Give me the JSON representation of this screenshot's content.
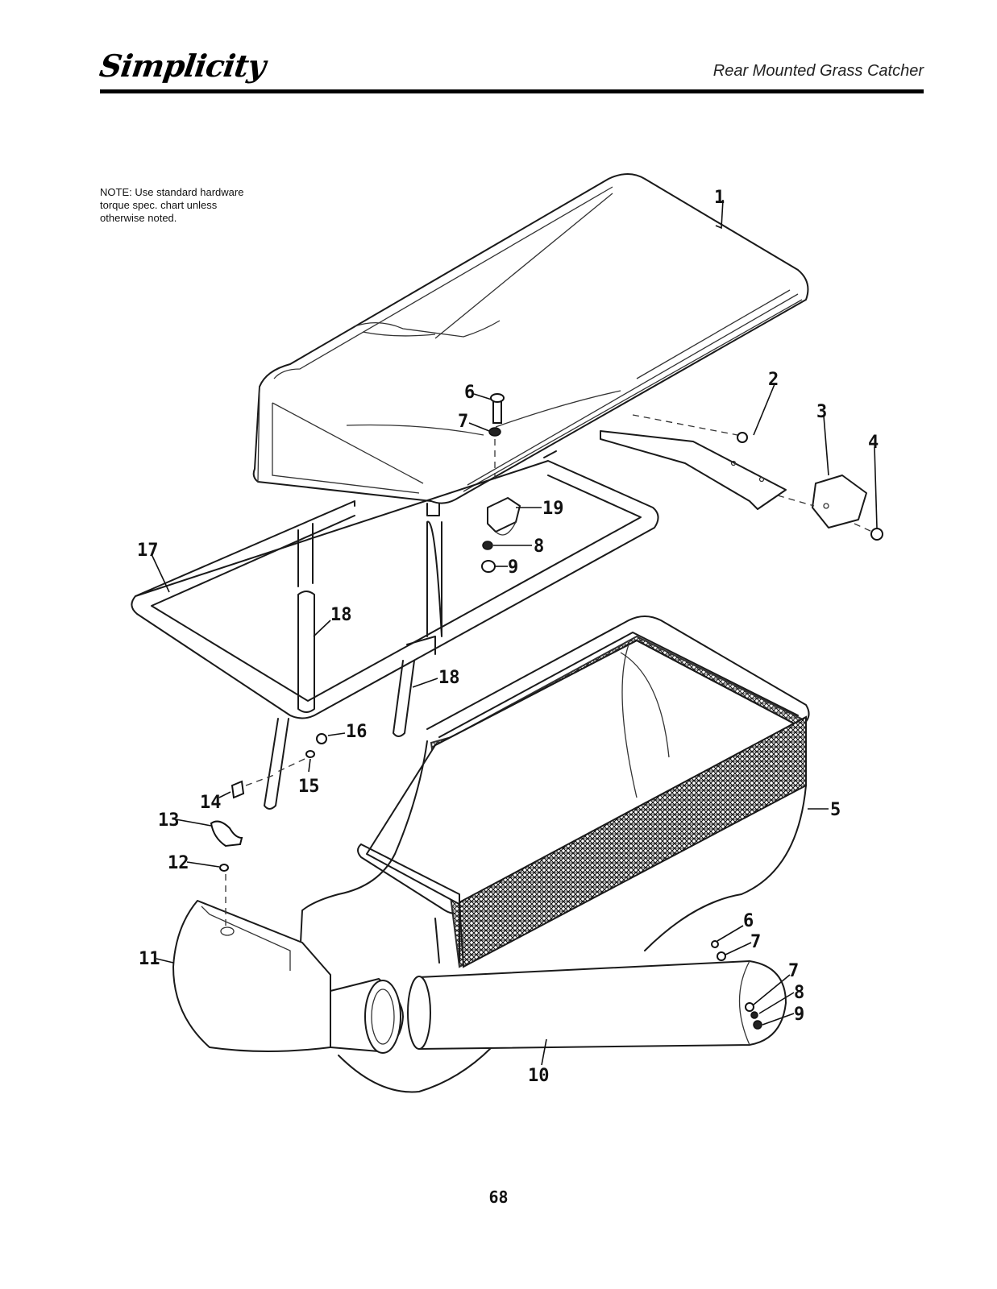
{
  "header": {
    "brand": "Simplicity",
    "title": "Rear Mounted Grass Catcher"
  },
  "note": "NOTE: Use standard hardware\ntorque spec. chart unless\notherwise noted.",
  "page_number": "68",
  "callouts": [
    {
      "id": "c1",
      "label": "1"
    },
    {
      "id": "c2",
      "label": "2"
    },
    {
      "id": "c3",
      "label": "3"
    },
    {
      "id": "c4",
      "label": "4"
    },
    {
      "id": "c5",
      "label": "5"
    },
    {
      "id": "c6a",
      "label": "6"
    },
    {
      "id": "c7a",
      "label": "7"
    },
    {
      "id": "c8a",
      "label": "8"
    },
    {
      "id": "c9a",
      "label": "9"
    },
    {
      "id": "c6b",
      "label": "6"
    },
    {
      "id": "c7b",
      "label": "7"
    },
    {
      "id": "c7c",
      "label": "7"
    },
    {
      "id": "c8b",
      "label": "8"
    },
    {
      "id": "c9b",
      "label": "9"
    },
    {
      "id": "c10",
      "label": "10"
    },
    {
      "id": "c11",
      "label": "11"
    },
    {
      "id": "c12",
      "label": "12"
    },
    {
      "id": "c13",
      "label": "13"
    },
    {
      "id": "c14",
      "label": "14"
    },
    {
      "id": "c15",
      "label": "15"
    },
    {
      "id": "c16",
      "label": "16"
    },
    {
      "id": "c17",
      "label": "17"
    },
    {
      "id": "c18a",
      "label": "18"
    },
    {
      "id": "c18b",
      "label": "18"
    },
    {
      "id": "c19",
      "label": "19"
    }
  ]
}
